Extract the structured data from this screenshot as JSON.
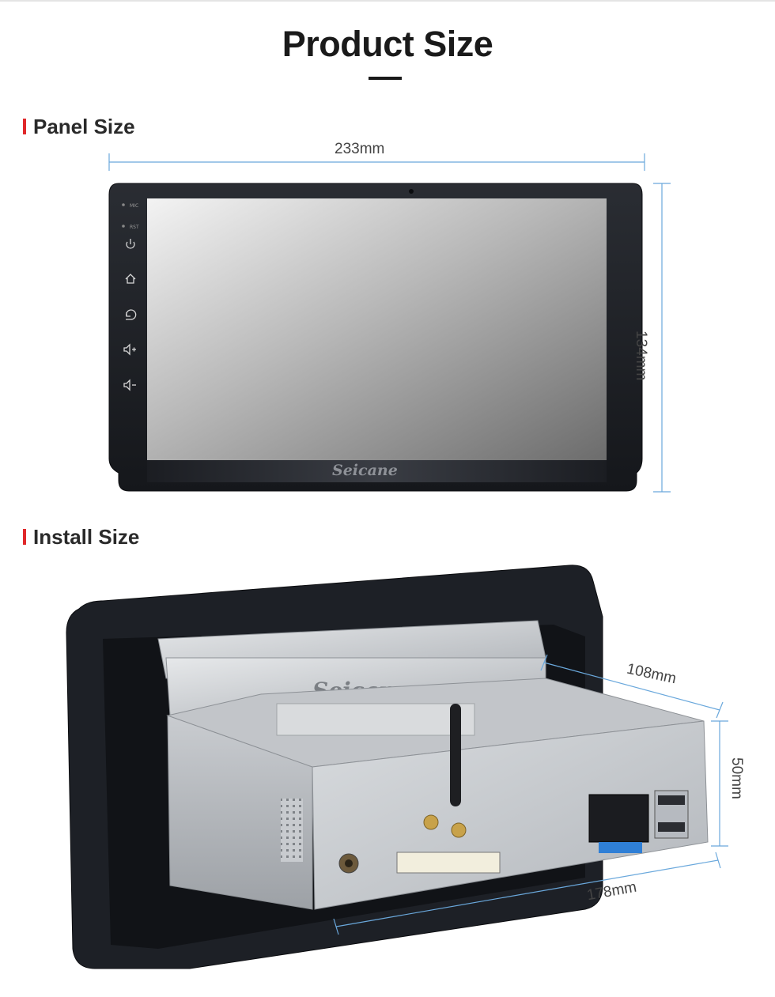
{
  "page": {
    "title": "Product Size"
  },
  "sections": {
    "panel": {
      "label": "Panel Size"
    },
    "install": {
      "label": "Install Size"
    }
  },
  "dimensions": {
    "panel_width": "233mm",
    "panel_height": "134mm",
    "install_depth": "108mm",
    "install_height": "50mm",
    "install_width": "178mm"
  },
  "brand": {
    "logo_front": "Seicane",
    "logo_top": "Seicane"
  },
  "panel_buttons": {
    "mic_label": "MIC",
    "rst_label": "RST",
    "icons": [
      "power-icon",
      "home-icon",
      "back-icon",
      "volume-up-icon",
      "volume-down-icon"
    ]
  },
  "colors": {
    "accent": "#e0282a",
    "dimension_line": "#6aa8dc",
    "panel_dark": "#1b1e24"
  }
}
